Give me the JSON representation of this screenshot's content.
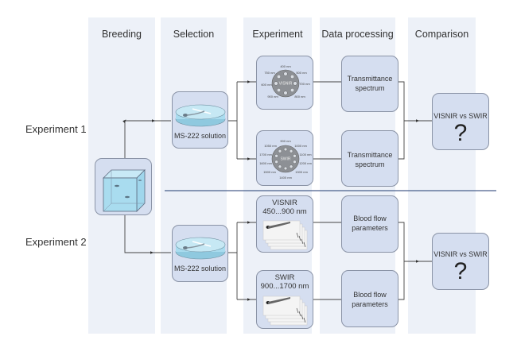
{
  "columns": [
    {
      "id": "breeding",
      "title": "Breeding"
    },
    {
      "id": "selection",
      "title": "Selection"
    },
    {
      "id": "experiment",
      "title": "Experiment"
    },
    {
      "id": "data_processing",
      "title": "Data processing"
    },
    {
      "id": "comparison",
      "title": "Comparison"
    }
  ],
  "rows": [
    {
      "label": "Experiment 1"
    },
    {
      "label": "Experiment 2"
    }
  ],
  "selection": {
    "exp1_label": "MS-222 solution",
    "exp2_label": "MS-222 solution"
  },
  "experiment": {
    "exp1_visnir": {
      "center_label": "VISNIR",
      "wavelengths": [
        "400 nm",
        "500 nm",
        "700 nm",
        "800 nm",
        "900 nm",
        "600 nm",
        "750 nm",
        "650 nm"
      ]
    },
    "exp1_swir": {
      "center_label": "SWIR",
      "wavelengths": [
        "900 nm",
        "1000 nm",
        "1100 nm",
        "1200 nm",
        "1300 nm",
        "1400 nm",
        "1500 nm",
        "1600 nm",
        "1700 nm",
        "1050 nm"
      ]
    },
    "exp2_visnir": {
      "title": "VISNIR",
      "range": "450...900 nm"
    },
    "exp2_swir": {
      "title": "SWIR",
      "range": "900...1700 nm"
    }
  },
  "data_processing": {
    "exp1_top": [
      "Transmittance",
      "spectrum"
    ],
    "exp1_bottom": [
      "Transmittance",
      "spectrum"
    ],
    "exp2_top": [
      "Blood flow",
      "parameters"
    ],
    "exp2_bottom": [
      "Blood flow",
      "parameters"
    ]
  },
  "comparison": {
    "exp1": {
      "label": "VISNIR vs SWIR",
      "symbol": "?"
    },
    "exp2": {
      "label": "VISNIR vs SWIR",
      "symbol": "?"
    }
  },
  "colors": {
    "column_bg": "#edf1f8",
    "node_fill": "#d5def0",
    "node_border": "#8a93a6",
    "separator": "#4a5f8c",
    "water": "#a9dcef"
  }
}
